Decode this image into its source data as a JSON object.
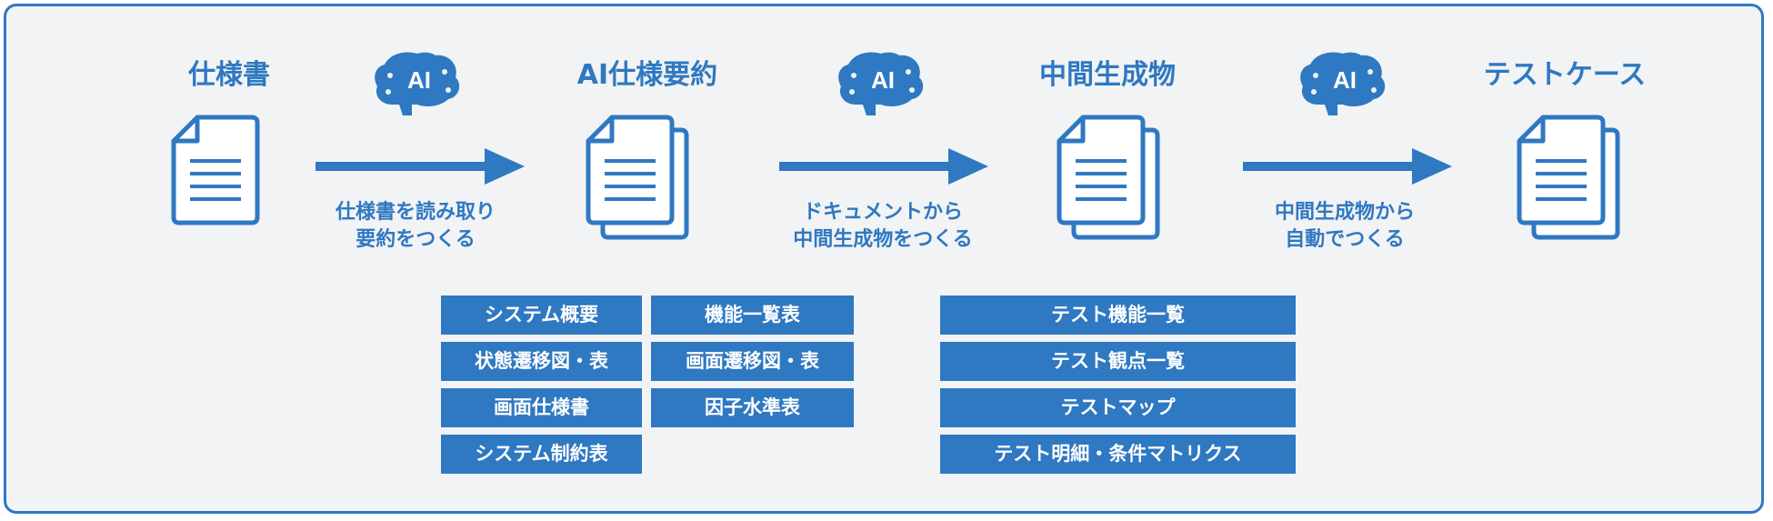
{
  "stages": [
    {
      "title": "仕様書"
    },
    {
      "title": "AI仕様要約"
    },
    {
      "title": "中間生成物"
    },
    {
      "title": "テストケース"
    }
  ],
  "steps": [
    {
      "ai_badge": "AI",
      "label": "仕様書を読み取り\n要約をつくる"
    },
    {
      "ai_badge": "AI",
      "label": "ドキュメントから\n中間生成物をつくる"
    },
    {
      "ai_badge": "AI",
      "label": "中間生成物から\n自動でつくる"
    }
  ],
  "summary_tags": {
    "left": [
      "システム概要",
      "状態遷移図・表",
      "画面仕様書",
      "システム制約表"
    ],
    "right": [
      "機能一覧表",
      "画面遷移図・表",
      "因子水準表"
    ]
  },
  "intermediate_tags": [
    "テスト機能一覧",
    "テスト観点一覧",
    "テストマップ",
    "テスト明細・条件マトリクス"
  ],
  "colors": {
    "accent": "#2f78c2",
    "panel_bg": "#f2f3f4",
    "icon_fill": "#ffffff"
  }
}
